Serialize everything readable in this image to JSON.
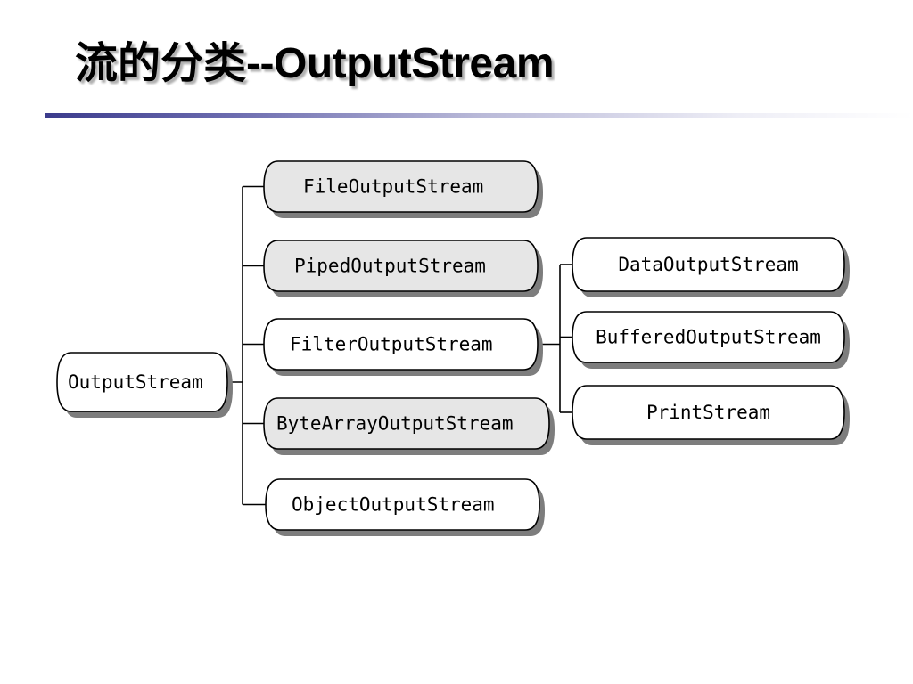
{
  "slide": {
    "title_cn": "流的分类",
    "title_sep": "--",
    "title_en": "OutputStream"
  },
  "diagram": {
    "root": {
      "label": "OutputStream"
    },
    "children": [
      {
        "label": "FileOutputStream",
        "shaded": true
      },
      {
        "label": "PipedOutputStream",
        "shaded": true
      },
      {
        "label": "FilterOutputStream",
        "shaded": false
      },
      {
        "label": "ByteArrayOutputStream",
        "shaded": true
      },
      {
        "label": "ObjectOutputStream",
        "shaded": false
      }
    ],
    "filter_children": [
      {
        "label": "DataOutputStream"
      },
      {
        "label": "BufferedOutputStream"
      },
      {
        "label": "PrintStream"
      }
    ],
    "colors": {
      "shaded_fill": "#e6e6e6",
      "plain_fill": "#ffffff",
      "shadow": "#7d7d7d",
      "rule_start": "#3b3b8c"
    }
  }
}
